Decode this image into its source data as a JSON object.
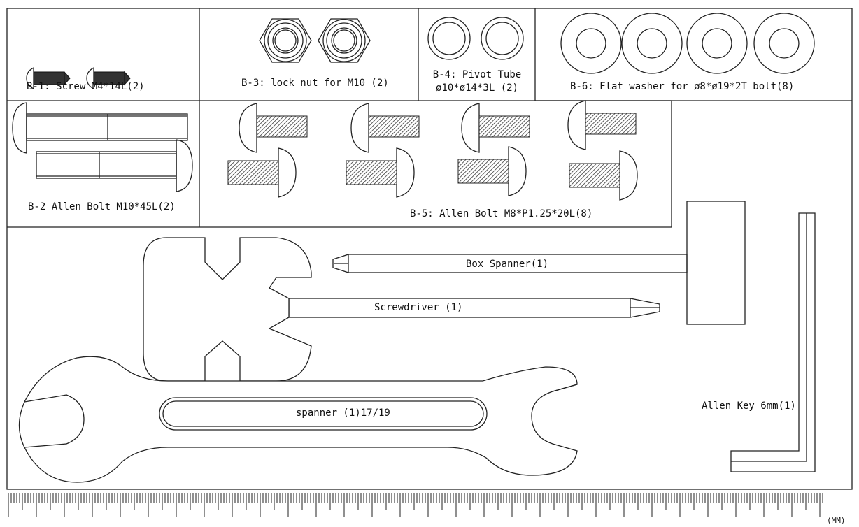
{
  "parts": {
    "b1": {
      "label": "B-1: Screw M4*14L(2)"
    },
    "b2": {
      "label": "B-2 Allen Bolt M10*45L(2)"
    },
    "b3": {
      "label": "B-3: lock nut for M10 (2)"
    },
    "b4": {
      "label_line1": "B-4: Pivot Tube",
      "label_line2": "ø10*ø14*3L (2)"
    },
    "b5": {
      "label": "B-5: Allen Bolt M8*P1.25*20L(8)"
    },
    "b6": {
      "label": "B-6: Flat washer for ø8*ø19*2T bolt(8)"
    }
  },
  "tools": {
    "box_spanner": {
      "label": "Box Spanner(1)"
    },
    "screwdriver": {
      "label": "Screwdriver (1)"
    },
    "spanner": {
      "label": "spanner (1)17/19"
    },
    "allen_key": {
      "label": "Allen Key 6mm(1)"
    }
  },
  "ruler": {
    "unit_label": "(MM)"
  }
}
